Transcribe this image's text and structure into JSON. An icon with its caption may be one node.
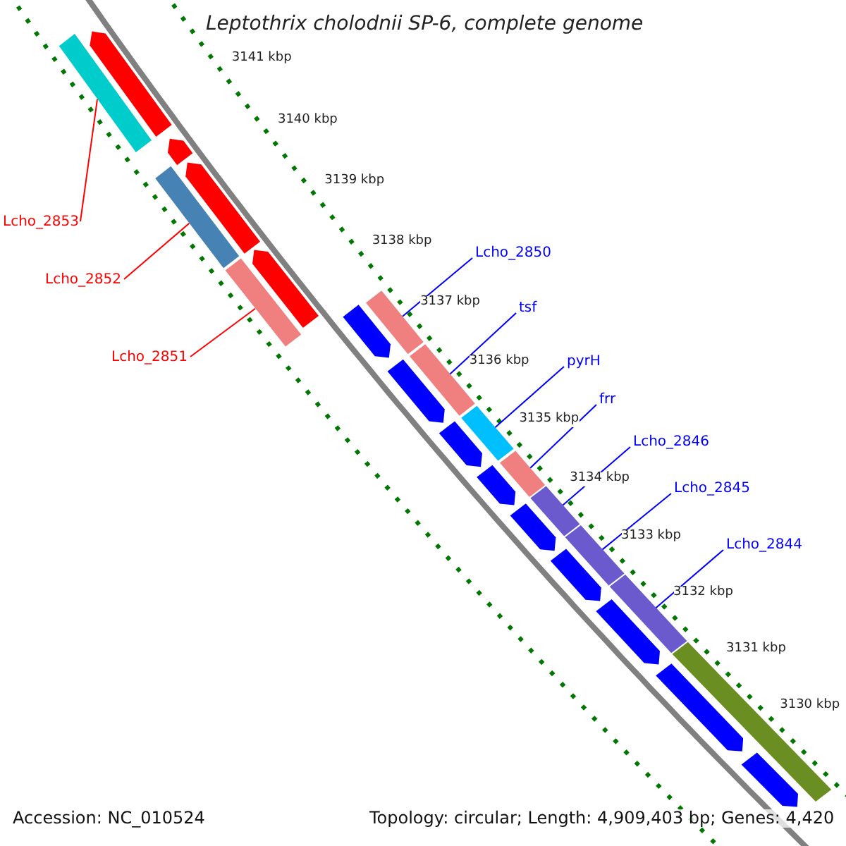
{
  "diagram": {
    "title": "Leptothrix cholodnii SP-6, complete genome",
    "nodes": [
      {
        "text": [
          "Lcho_2853"
        ]
      },
      {
        "text": [
          "Lcho_2852"
        ]
      },
      {
        "text": [
          "Lcho_2851"
        ]
      },
      {
        "text": [
          "Lcho_2850"
        ]
      },
      {
        "text": [
          "tsf"
        ]
      },
      {
        "text": [
          "pyrH"
        ]
      },
      {
        "text": [
          "frr"
        ]
      },
      {
        "text": [
          "Lcho_2846"
        ]
      },
      {
        "text": [
          "Lcho_2845"
        ]
      },
      {
        "text": [
          "Lcho_2844"
        ]
      },
      {
        "text": [],
        "shape": "bar"
      },
      {
        "text": [],
        "shape": "bar"
      },
      {
        "text": [],
        "shape": "bar"
      },
      {
        "text": [],
        "shape": "bar"
      },
      {
        "text": [],
        "shape": "bar"
      },
      {
        "text": [],
        "shape": "bar"
      },
      {
        "text": [],
        "shape": "bar"
      },
      {
        "text": [],
        "shape": "bar"
      },
      {
        "text": [],
        "shape": "bar"
      },
      {
        "text": [],
        "shape": "bar"
      },
      {
        "text": [],
        "shape": "bar"
      },
      {
        "text": [],
        "shape": "pentagon"
      },
      {
        "text": [],
        "shape": "pentagon"
      },
      {
        "text": [],
        "shape": "pentagon"
      },
      {
        "text": [],
        "shape": "pentagon"
      },
      {
        "text": [],
        "shape": "pentagon"
      },
      {
        "text": [],
        "shape": "pentagon"
      },
      {
        "text": [],
        "shape": "pentagon"
      },
      {
        "text": [],
        "shape": "pentagon"
      },
      {
        "text": [],
        "shape": "pentagon"
      },
      {
        "text": [],
        "shape": "pentagon"
      },
      {
        "text": [],
        "shape": "pentagon"
      },
      {
        "text": [],
        "shape": "pentagon"
      },
      {
        "text": [],
        "shape": "pentagon"
      }
    ],
    "edges": [
      {
        "from": 0,
        "to": 10,
        "arrow": "none",
        "color": "#ff0000"
      },
      {
        "from": 1,
        "to": 11,
        "arrow": "none",
        "color": "#ff0000"
      },
      {
        "from": 2,
        "to": 12,
        "arrow": "none",
        "color": "#ff0000"
      },
      {
        "from": 3,
        "to": 13,
        "arrow": "none"
      },
      {
        "from": 4,
        "to": 14,
        "arrow": "none"
      },
      {
        "from": 5,
        "to": 15,
        "arrow": "none"
      },
      {
        "from": 6,
        "to": 16,
        "arrow": "none"
      },
      {
        "from": 7,
        "to": 17,
        "arrow": "none"
      },
      {
        "from": 8,
        "to": 18,
        "arrow": "none"
      },
      {
        "from": 9,
        "to": 19,
        "arrow": "none"
      }
    ],
    "labels": [
      "3141 kbp",
      "3140 kbp",
      "3139 kbp",
      "3138 kbp",
      "3137 kbp",
      "3136 kbp",
      "3135 kbp",
      "3134 kbp",
      "3133 kbp",
      "3132 kbp",
      "3131 kbp",
      "3130 kbp",
      "Accession: NC_010524",
      "Topology: circular; Length: 4,909,403 bp; Genes: 4,420"
    ]
  }
}
